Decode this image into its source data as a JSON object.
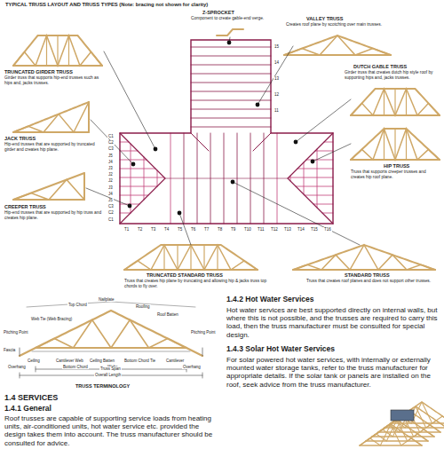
{
  "diagram": {
    "title": "TYPICAL TRUSS LAYOUT AND TRUSS TYPES (Note: bracing not shown for clarity)",
    "labels": [
      "Z-SPROCKET",
      "Component to create gable-end verge.",
      "VALLEY TRUSS",
      "Creates roof plane by scotching over main trusses.",
      "TRUNCATED GIRDER TRUSS",
      "Girder truss that supports hip-end trusses such as hips and, jacks trusses.",
      "DUTCH GABLE TRUSS",
      "Girder truss that creates dutch hip style roof by supporting hips and, jacks trusses.",
      "JACK TRUSS",
      "Hip-end trusses that are supported by truncated girder and creates hip plane.",
      "HIP TRUSS",
      "Truss that supports creeper trusses and creates hip roof plane.",
      "CREEPER TRUSS",
      "Hip-end trusses that are supported by hip truss and creates hip plane.",
      "TRUNCATED STANDARD TRUSS",
      "Truss that creates hip plane by truncating and allowing hip & jacks truss top chords to fly over.",
      "STANDARD TRUSS",
      "Truss that creates roof planes and does not support other trusses.",
      "TRUSS TERMINOLOGY",
      "1.4 SERVICES",
      "1.4.1 General",
      "Roof trusses are capable of supporting service loads from heating units, air-conditioned units, hot water service etc. provided the design takes them into account. The truss manufacturer should be consulted for advice.",
      "1.4.2 Hot Water Services",
      "Hot water services are best supported directly on internal walls, but where this is not possible, and the trusses are required to carry this load, then the truss manufacturer must be consulted for special design.",
      "1.4.3 Solar Hot Water Services",
      "For solar powered hot water services, with internally or externally mounted water storage tanks, refer to the truss manufacturer for appropriate details. If the solar tank or panels are installed on the roof, seek advice from the truss manufacturer.",
      "Top Chord",
      "Nailplate",
      "Roofing",
      "Roof Batten",
      "Web Tie (Web Bracing)",
      "Pitching Point",
      "Pitching Point",
      "Fascia",
      "Ceiling",
      "Cantilever Web",
      "Ceiling Batten",
      "Bottom Chord Tie",
      "Cantilever",
      "Overhang",
      "Bottom Chord",
      "Webs",
      "Overhang",
      "Truss Span",
      "Overall Length",
      "C1",
      "C2",
      "C3",
      "J5",
      "J4",
      "J3",
      "J2",
      "J2",
      "J3",
      "J4",
      "J5",
      "C3",
      "C2",
      "C1",
      "T1",
      "T2",
      "T3",
      "T4",
      "T5",
      "T6",
      "T7",
      "T8",
      "T9",
      "T10",
      "T11",
      "T12",
      "T13",
      "T14",
      "T15",
      "T16",
      "15",
      "14",
      "13",
      "12",
      "11"
    ]
  }
}
